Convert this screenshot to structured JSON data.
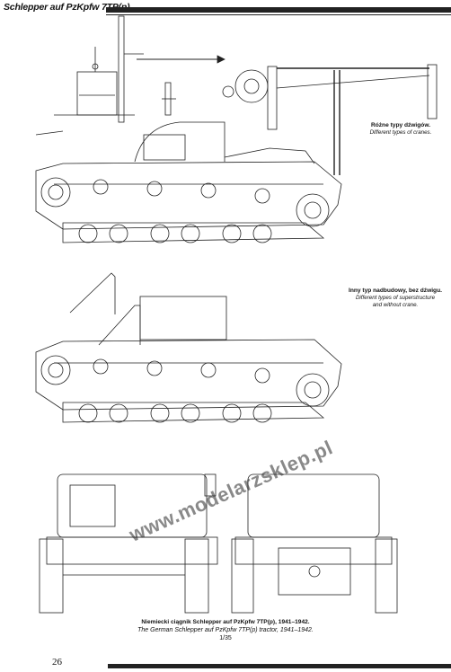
{
  "header": {
    "title": "Schlepper auf PzKpfw 7TP(p)"
  },
  "captions": {
    "crane_types": {
      "pl": "Różne typy dźwigów.",
      "en": "Different types of cranes."
    },
    "superstructure": {
      "pl": "Inny typ nadbudowy, bez dźwigu.",
      "en1": "Different types of superstructure",
      "en2": "and without crane."
    },
    "main": {
      "pl": "Niemiecki ciągnik Schlepper auf PzKpfw 7TP(p), 1941–1942.",
      "en": "The German Schlepper auf PzKpfw 7TP(p) tractor, 1941–1942.",
      "scale": "1/35"
    }
  },
  "watermark": {
    "text": "www.modelarzsklep.pl"
  },
  "footer": {
    "page_number": "26"
  }
}
